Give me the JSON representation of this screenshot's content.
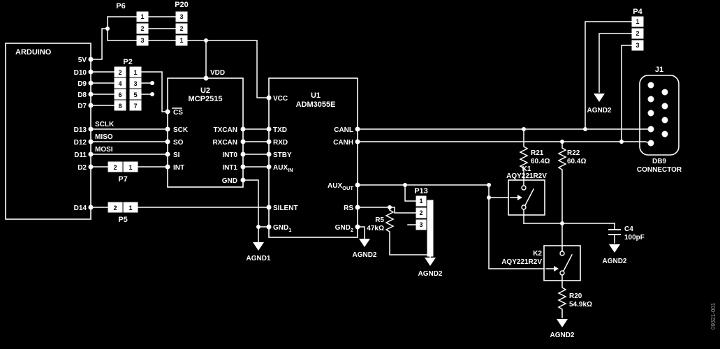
{
  "colors": {
    "background": "#000000",
    "foreground": "#ffffff"
  },
  "watermark": "09321-001",
  "arduino": {
    "label": "ARDUINO",
    "pins": [
      "5V",
      "D10",
      "D9",
      "D8",
      "D7",
      "D13",
      "D12",
      "D11",
      "D2",
      "D14"
    ]
  },
  "nets": {
    "sclk": "SCLK",
    "miso": "MISO",
    "mosi": "MOSI"
  },
  "p6": {
    "label": "P6",
    "pins": [
      "1",
      "2",
      "3"
    ]
  },
  "p20": {
    "label": "P20",
    "pins": [
      "3",
      "2",
      "1"
    ]
  },
  "p2": {
    "label": "P2",
    "left_pins": [
      "2",
      "4",
      "6",
      "8"
    ],
    "right_pins": [
      "1",
      "3",
      "5",
      "7"
    ]
  },
  "p7": {
    "label": "P7",
    "pins": [
      "2",
      "1"
    ]
  },
  "p5": {
    "label": "P5",
    "pins": [
      "2",
      "1"
    ]
  },
  "p13": {
    "label": "P13",
    "pins": [
      "1",
      "2",
      "3"
    ]
  },
  "p4": {
    "label": "P4",
    "pins": [
      "1",
      "2",
      "3"
    ]
  },
  "u2": {
    "ref": "U2",
    "part": "MCP2515",
    "top_pin": "VDD",
    "left_pins": [
      "CS",
      "SCK",
      "SO",
      "SI",
      "INT"
    ],
    "right_pins": [
      "TXCAN",
      "RXCAN",
      "INT0",
      "INT1"
    ],
    "gnd_pin": "GND"
  },
  "u1": {
    "ref": "U1",
    "part": "ADM3055E",
    "left_pins": [
      "VCC",
      "TXD",
      "RXD",
      "STBY"
    ],
    "aux_in": [
      "AUX",
      "IN"
    ],
    "silent_pin": "SILENT",
    "gnd1": [
      "GND",
      "1"
    ],
    "right_pins": [
      "CANL",
      "CANH"
    ],
    "aux_out": [
      "AUX",
      "OUT"
    ],
    "rs_pin": "RS",
    "gnd2": [
      "GND",
      "2"
    ]
  },
  "r21": {
    "ref": "R21",
    "value": "60.4Ω"
  },
  "r22": {
    "ref": "R22",
    "value": "60.4Ω"
  },
  "r5": {
    "ref": "R5",
    "value": "47kΩ"
  },
  "r20": {
    "ref": "R20",
    "value": "54.9kΩ"
  },
  "c4": {
    "ref": "C4",
    "value": "100pF"
  },
  "k1": {
    "ref": "K1",
    "part": "AQY221R2V"
  },
  "k2": {
    "ref": "K2",
    "part": "AQY221R2V"
  },
  "j1": {
    "ref": "J1",
    "caption": [
      "DB9",
      "CONNECTOR"
    ]
  },
  "grounds": {
    "agnd1": "AGND1",
    "agnd2": "AGND2"
  }
}
